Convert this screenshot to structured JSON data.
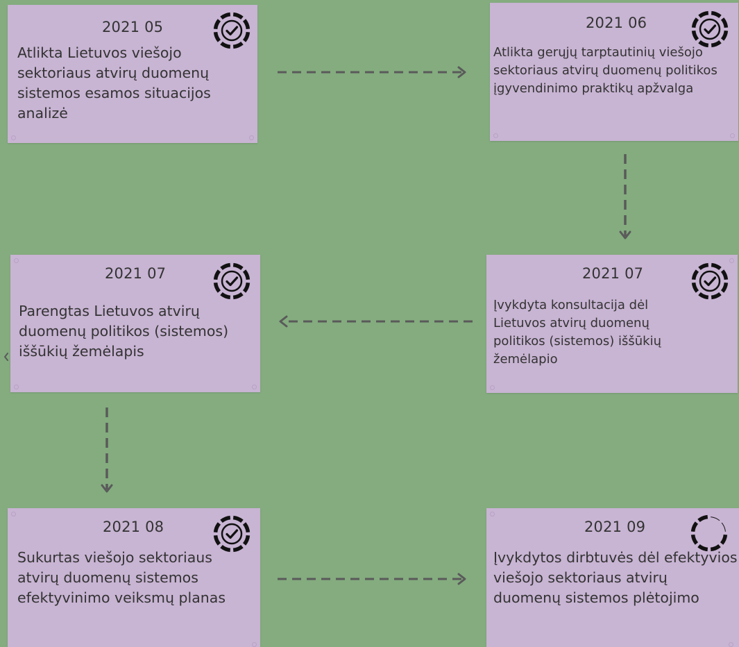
{
  "colors": {
    "background": "#84ac7f",
    "card": "#c8b4d3",
    "text": "#333333",
    "arrow": "#5a5a5a",
    "icon": "#111111"
  },
  "steps": [
    {
      "date": "2021 05",
      "description": "Atlikta Lietuvos viešojo sektoriaus atvirų duomenų sistemos esamos situacijos analizė",
      "status_icon": "check-circle-dashed-icon",
      "status": "completed"
    },
    {
      "date": "2021 06",
      "description": "Atlikta gerųjų tarptautinių viešojo sektoriaus atvirų duomenų politikos įgyvendinimo praktikų apžvalga",
      "status_icon": "check-circle-dashed-icon",
      "status": "completed"
    },
    {
      "date": "2021 07",
      "description": "Parengtas Lietuvos atvirų duomenų politikos (sistemos) iššūkių žemėlapis",
      "status_icon": "check-circle-dashed-icon",
      "status": "completed"
    },
    {
      "date": "2021 07",
      "description": "Įvykdyta konsultacija dėl Lietuvos atvirų duomenų politikos (sistemos) iššūkių žemėlapio",
      "status_icon": "check-circle-dashed-icon",
      "status": "completed"
    },
    {
      "date": "2021 08",
      "description": "Sukurtas viešojo sektoriaus atvirų duomenų sistemos efektyvinimo veiksmų planas",
      "status_icon": "check-circle-dashed-icon",
      "status": "completed"
    },
    {
      "date": "2021 09",
      "description": "Įvykdytos dirbtuvės dėl efektyvios viešojo sektoriaus atvirų duomenų sistemos plėtojimo",
      "status_icon": "loading-circle-dashed-icon",
      "status": "in-progress"
    }
  ],
  "flow": [
    {
      "from": "2021 05",
      "to": "2021 06",
      "direction": "right"
    },
    {
      "from": "2021 06",
      "to": "2021 07",
      "direction": "down"
    },
    {
      "from": "2021 07",
      "to": "2021 07",
      "direction": "left"
    },
    {
      "from": "2021 07",
      "to": "2021 08",
      "direction": "down"
    },
    {
      "from": "2021 08",
      "to": "2021 09",
      "direction": "right"
    }
  ]
}
